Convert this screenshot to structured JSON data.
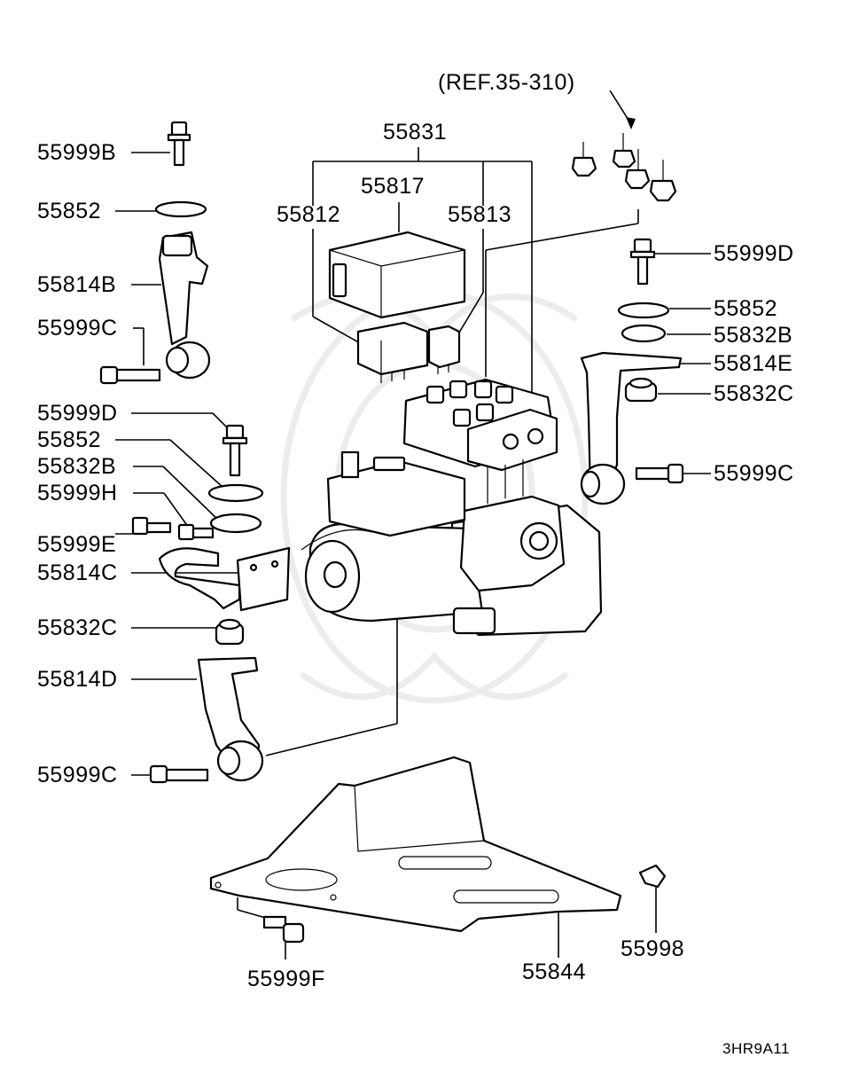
{
  "diagram": {
    "reference_label": "(REF.35-310)",
    "figure_code": "3HR9A11",
    "part_labels": {
      "p55831": "55831",
      "p55817": "55817",
      "p55812": "55812",
      "p55813": "55813",
      "p55999B": "55999B",
      "p55852_left_top": "55852",
      "p55814B": "55814B",
      "p55999C_left_top": "55999C",
      "p55999D_left": "55999D",
      "p55852_left_mid": "55852",
      "p55832B_left": "55832B",
      "p55999H": "55999H",
      "p55999E": "55999E",
      "p55814C": "55814C",
      "p55832C_left": "55832C",
      "p55814D": "55814D",
      "p55999C_left_bottom": "55999C",
      "p55999D_right": "55999D",
      "p55852_right": "55852",
      "p55832B_right": "55832B",
      "p55814E": "55814E",
      "p55832C_right": "55832C",
      "p55999C_right": "55999C",
      "p55998": "55998",
      "p55844": "55844",
      "p55999F": "55999F"
    }
  }
}
